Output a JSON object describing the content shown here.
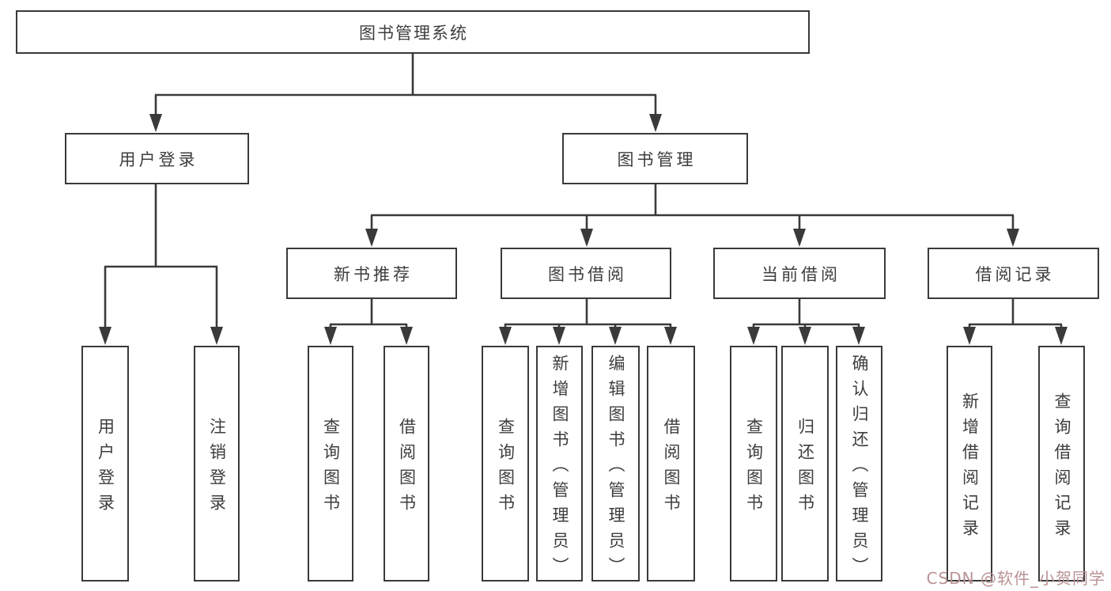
{
  "diagram": {
    "type": "hierarchy-tree",
    "tree": {
      "label": "图书管理系统",
      "children": [
        {
          "label": "用户登录",
          "children": [
            {
              "label": "用户登录"
            },
            {
              "label": "注销登录"
            }
          ]
        },
        {
          "label": "图书管理",
          "children": [
            {
              "label": "新书推荐",
              "children": [
                {
                  "label": "查询图书"
                },
                {
                  "label": "借阅图书"
                }
              ]
            },
            {
              "label": "图书借阅",
              "children": [
                {
                  "label": "查询图书"
                },
                {
                  "label": "新增图书（管理员）"
                },
                {
                  "label": "编辑图书（管理员）"
                },
                {
                  "label": "借阅图书"
                }
              ]
            },
            {
              "label": "当前借阅",
              "children": [
                {
                  "label": "查询图书"
                },
                {
                  "label": "归还图书"
                },
                {
                  "label": "确认归还（管理员）"
                }
              ]
            },
            {
              "label": "借阅记录",
              "children": [
                {
                  "label": "新增借阅记录"
                },
                {
                  "label": "查询借阅记录"
                }
              ]
            }
          ]
        }
      ]
    }
  },
  "watermark": {
    "text": "CSDN @软件_小贺同学"
  },
  "colors": {
    "line": "#3a3a3a",
    "box_border": "#3a3a3a",
    "text": "#3d3d3d",
    "background": "#ffffff",
    "watermark": "#b99294"
  }
}
